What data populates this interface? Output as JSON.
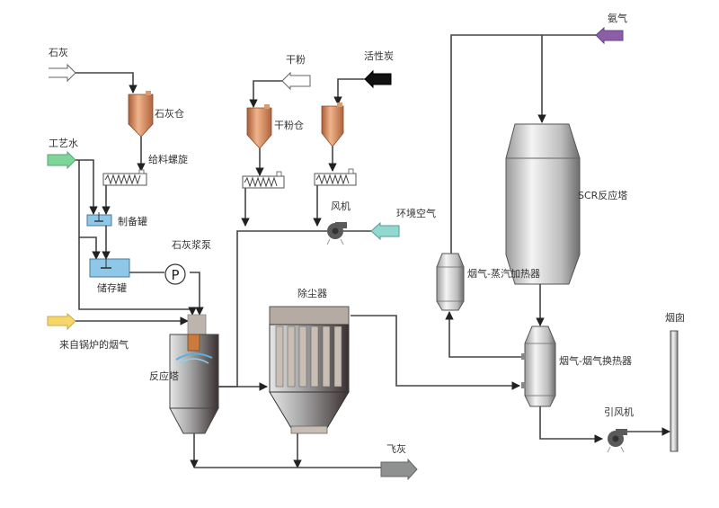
{
  "diagram": {
    "title": "",
    "inputs": {
      "lime": "石灰",
      "process_water": "工艺水",
      "flue_gas_from_boiler": "来自锅炉的烟气",
      "dry_powder": "干粉",
      "activated_carbon": "活性炭",
      "ambient_air": "环境空气",
      "ammonia": "氨气"
    },
    "equipment": {
      "lime_silo": "石灰仓",
      "feed_screw": "给料螺旋",
      "prep_tank": "制备罐",
      "storage_tank": "储存罐",
      "lime_slurry_pump": "石灰浆泵",
      "pump_symbol": "P",
      "reaction_tower": "反应塔",
      "dry_powder_silo": "干粉仓",
      "fan": "风机",
      "dust_collector": "除尘器",
      "scr_reactor": "SCR反应塔",
      "steam_heater": "烟气-蒸汽加热器",
      "gas_gas_heat_exchanger": "烟气-烟气换热器",
      "induced_draft_fan": "引风机",
      "chimney": "烟囱"
    },
    "outputs": {
      "fly_ash": "飞灰"
    },
    "colors": {
      "silo": "#c07a4f",
      "water_arrow": "#7fd49a",
      "flue_arrow": "#f5d66a",
      "air_arrow": "#8fd9d0",
      "ammonia_arrow": "#8a5fa8",
      "carbon_arrow": "#111111",
      "ash_arrow": "#8e9190",
      "tank_fill": "#8ec7e8"
    }
  }
}
